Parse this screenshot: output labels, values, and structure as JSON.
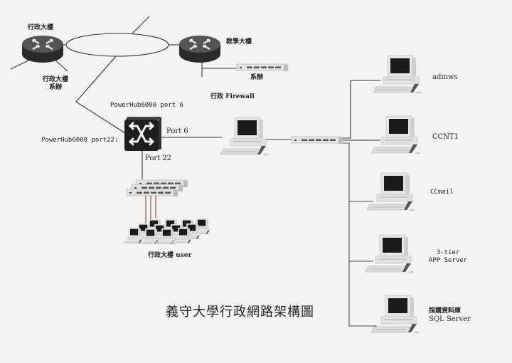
{
  "title": "義守大學行政網路架構圖",
  "nodes": {
    "router_admin": {
      "label": "行政大樓"
    },
    "router_admin_dept": {
      "label_line1": "行政大樓",
      "label_line2": "系辦"
    },
    "router_teaching": {
      "label": "教學大樓"
    },
    "switch_teaching_dept": {
      "label": "系辦"
    },
    "firewall": {
      "label": "行政 Firewall"
    },
    "powerhub_port6_label": "PowerHub6000 port 6",
    "powerhub_port22_label": "PowerHub6000 port22:",
    "port6": "Port 6",
    "port22": "Port 22",
    "admin_users": {
      "label": "行政大樓 user"
    }
  },
  "servers": [
    {
      "line1": "admws",
      "line2": ""
    },
    {
      "line1": "CCNT1",
      "line2": ""
    },
    {
      "line1": "CCmail",
      "line2": ""
    },
    {
      "line1": "3-tier",
      "line2": "APP Server"
    },
    {
      "line1": "採購資料庫",
      "line2": "SQL Server"
    }
  ],
  "colors": {
    "background": "#f4f3f1",
    "line": "#333333",
    "router_body": "#3a3a3a",
    "switch_body": "#1f1f1f",
    "device_light": "#e4e4e2"
  }
}
